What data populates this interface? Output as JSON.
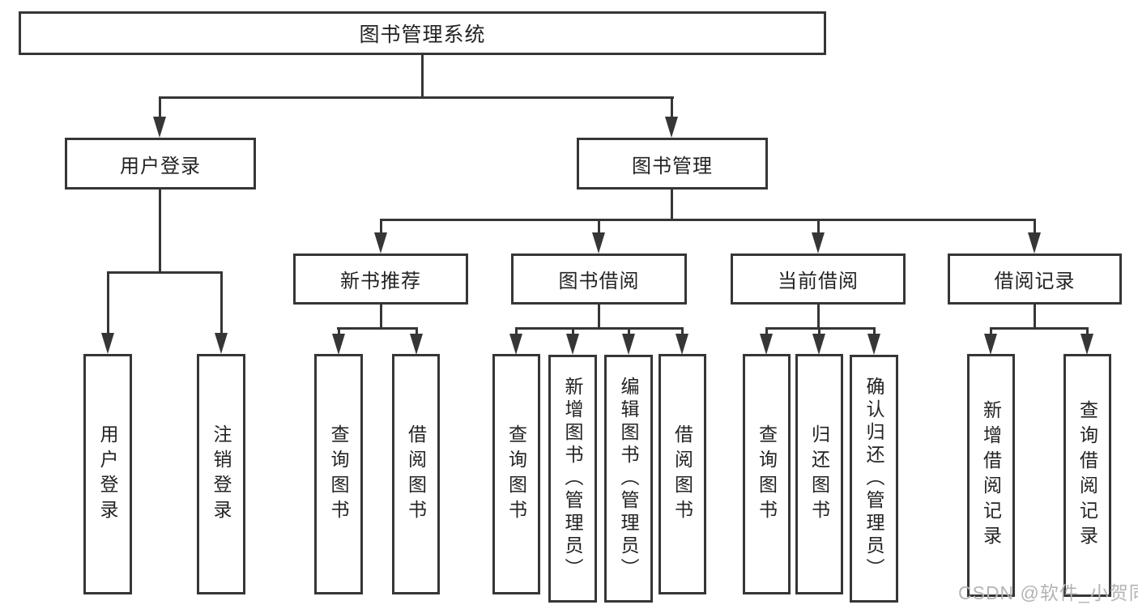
{
  "diagram": {
    "root": {
      "label": "图书管理系统"
    },
    "level2": [
      {
        "label": "用户登录"
      },
      {
        "label": "图书管理"
      }
    ],
    "level3": [
      {
        "label": "新书推荐"
      },
      {
        "label": "图书借阅"
      },
      {
        "label": "当前借阅"
      },
      {
        "label": "借阅记录"
      }
    ],
    "leaves": {
      "user_login": [
        "用户登录",
        "注销登录"
      ],
      "new_books": [
        "查询图书",
        "借阅图书"
      ],
      "book_borrowing": [
        "查询图书",
        "新增图书（管理员）",
        "编辑图书（管理员）",
        "借阅图书"
      ],
      "current_borrowing": [
        "查询图书",
        "归还图书",
        "确认归还（管理员）"
      ],
      "borrow_records": [
        "新增借阅记录",
        "查询借阅记录"
      ]
    },
    "watermark": "CSDN @软件_小贺同学"
  },
  "colors": {
    "line": "#363636",
    "text": "#232323",
    "watermark": "#b4b4b4",
    "background": "#ffffff"
  }
}
